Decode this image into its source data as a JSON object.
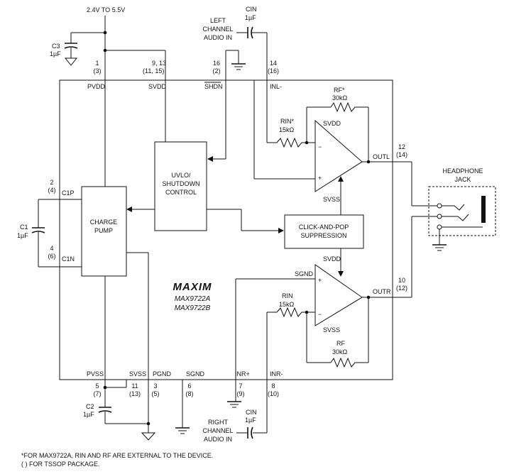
{
  "supply_label": "2.4V TO 5.5V",
  "caps": {
    "c3": "C3",
    "c3_val": "1µF",
    "c1": "C1",
    "c1_val": "1µF",
    "c2": "C2",
    "c2_val": "1µF",
    "cin_left": "CIN",
    "cin_left_val": "1µF",
    "cin_right": "CIN",
    "cin_right_val": "1µF"
  },
  "inputs": {
    "left": [
      "LEFT",
      "CHANNEL",
      "AUDIO IN"
    ],
    "right": [
      "RIGHT",
      "CHANNEL",
      "AUDIO IN"
    ]
  },
  "pins": {
    "pvdd_num": "1",
    "pvdd_alt": "(3)",
    "svdd_num": "9, 13",
    "svdd_alt": "(11, 15)",
    "shdn_num": "16",
    "shdn_alt": "(2)",
    "inl_num": "14",
    "inl_alt": "(16)",
    "c1p_num": "2",
    "c1p_alt": "(4)",
    "c1n_num": "4",
    "c1n_alt": "(6)",
    "outl_num": "12",
    "outl_alt": "(14)",
    "outr_num": "10",
    "outr_alt": "(12)",
    "pvss_num": "5",
    "pvss_alt": "(7)",
    "svss_num": "11",
    "svss_alt": "(13)",
    "pgnd_num": "3",
    "pgnd_alt": "(5)",
    "sgnd_num": "6",
    "sgnd_alt": "(8)",
    "inrp_num": "7",
    "inrp_alt": "(9)",
    "inrn_num": "8",
    "inrn_alt": "(10)"
  },
  "pin_names": {
    "pvdd": "PVDD",
    "svdd": "SVDD",
    "shdn": "SHDN",
    "inl": "INL-",
    "c1p": "C1P",
    "c1n": "C1N",
    "outl": "OUTL",
    "outr": "OUTR",
    "pvss": "PVSS",
    "svss": "SVSS",
    "pgnd": "PGND",
    "sgnd": "SGND",
    "inrp": "INR+",
    "inrn": "INR-"
  },
  "blocks": {
    "charge_pump": [
      "CHARGE",
      "PUMP"
    ],
    "uvlo": [
      "UVLO/",
      "SHUTDOWN",
      "CONTROL"
    ],
    "click_pop": [
      "CLICK-AND-POP",
      "SUPPRESSION"
    ]
  },
  "amp_labels": {
    "svdd_top": "SVDD",
    "svss_top": "SVSS",
    "svdd_bot": "SVDD",
    "svss_bot": "SVSS",
    "sgnd": "SGND"
  },
  "resistors": {
    "rf_top": "RF*",
    "rf_top_val": "30kΩ",
    "rin_top": "RIN*",
    "rin_top_val": "15kΩ",
    "rin_bot": "RIN",
    "rin_bot_val": "15kΩ",
    "rf_bot": "RF",
    "rf_bot_val": "30kΩ"
  },
  "headphone": [
    "HEADPHONE",
    "JACK"
  ],
  "logo": "MAXIM",
  "parts": [
    "MAX9722A",
    "MAX9722B"
  ],
  "footnotes": [
    "*FOR MAX9722A, RIN AND RF ARE EXTERNAL TO THE DEVICE.",
    "( ) FOR TSSOP PACKAGE."
  ]
}
